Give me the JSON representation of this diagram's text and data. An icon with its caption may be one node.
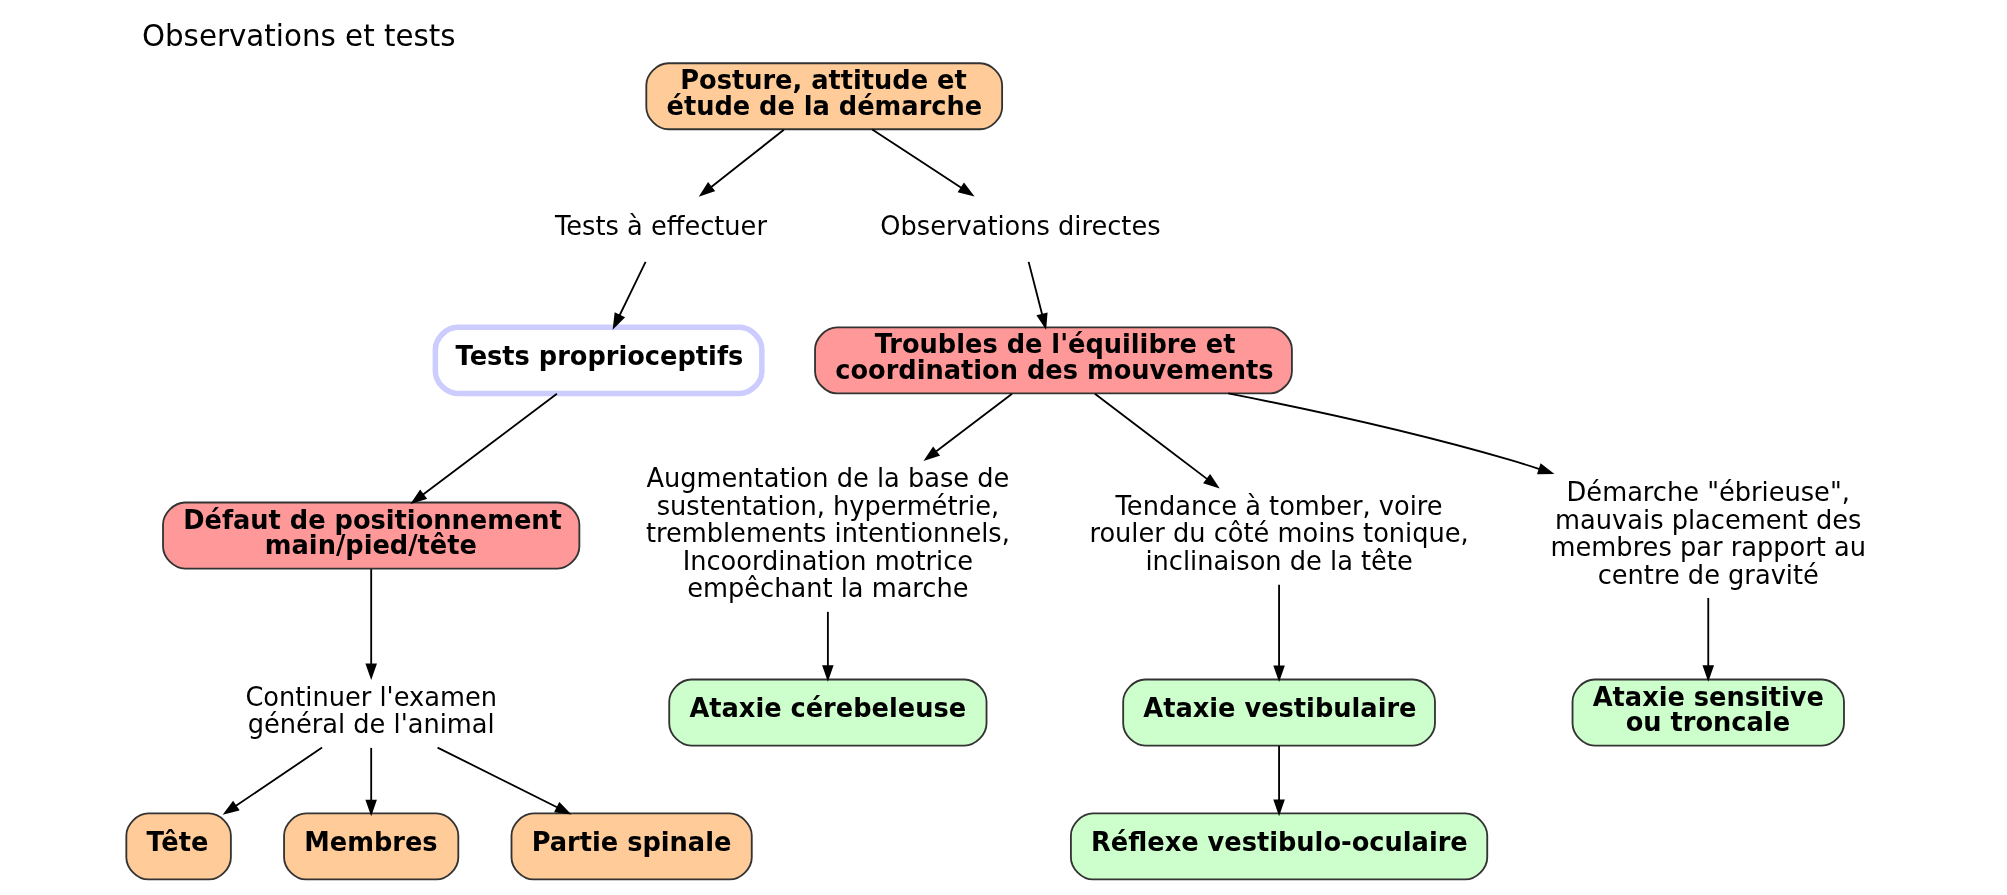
{
  "diagram": {
    "title": "Observations et tests",
    "nodes": [
      {
        "text": [
          "Posture, attitude et étude de la démarche"
        ]
      },
      {
        "text": [
          "Tests à effectuer"
        ]
      },
      {
        "text": [
          "Observations directes"
        ]
      },
      {
        "text": [
          "Tests proprioceptifs"
        ]
      },
      {
        "text": [
          "Défaut de positionnement main/pied/tête"
        ]
      },
      {
        "text": [
          "Continuer l'examen général de l'animal"
        ]
      },
      {
        "text": [
          "Tête"
        ]
      },
      {
        "text": [
          "Membres"
        ]
      },
      {
        "text": [
          "Partie spinale"
        ]
      },
      {
        "text": [
          "Troubles de l'équilibre et coordination des mouvements"
        ]
      },
      {
        "text": [
          "Augmentation de la base de sustentation, hypermétrie, tremblements intentionnels, Incoordination motrice empêchant la marche"
        ]
      },
      {
        "text": [
          "Tendance à tomber, voire rouler du côté moins tonique, inclinaison de la tête"
        ]
      },
      {
        "text": [
          "Démarche \"ébrieuse\", mauvais placement des membres par rapport au centre de gravité"
        ]
      },
      {
        "text": [
          "Ataxie cérebeleuse"
        ]
      },
      {
        "text": [
          "Ataxie vestibulaire"
        ]
      },
      {
        "text": [
          "Réflexe vestibulo-oculaire"
        ]
      },
      {
        "text": [
          "Ataxie sensitive ou troncale"
        ]
      }
    ],
    "edges": [
      {
        "from": 0,
        "to": 1,
        "arrow": "to"
      },
      {
        "from": 0,
        "to": 2,
        "arrow": "to"
      },
      {
        "from": 1,
        "to": 3,
        "arrow": "to"
      },
      {
        "from": 2,
        "to": 9,
        "arrow": "to"
      },
      {
        "from": 3,
        "to": 4,
        "arrow": "to"
      },
      {
        "from": 4,
        "to": 5,
        "arrow": "to"
      },
      {
        "from": 5,
        "to": 6,
        "arrow": "to"
      },
      {
        "from": 5,
        "to": 7,
        "arrow": "to"
      },
      {
        "from": 5,
        "to": 8,
        "arrow": "to"
      },
      {
        "from": 9,
        "to": 10,
        "arrow": "to"
      },
      {
        "from": 9,
        "to": 11,
        "arrow": "to"
      },
      {
        "from": 9,
        "to": 12,
        "arrow": "to"
      },
      {
        "from": 10,
        "to": 13,
        "arrow": "to"
      },
      {
        "from": 11,
        "to": 14,
        "arrow": "to"
      },
      {
        "from": 12,
        "to": 16,
        "arrow": "to"
      },
      {
        "from": 14,
        "to": 15,
        "arrow": "to"
      }
    ]
  }
}
